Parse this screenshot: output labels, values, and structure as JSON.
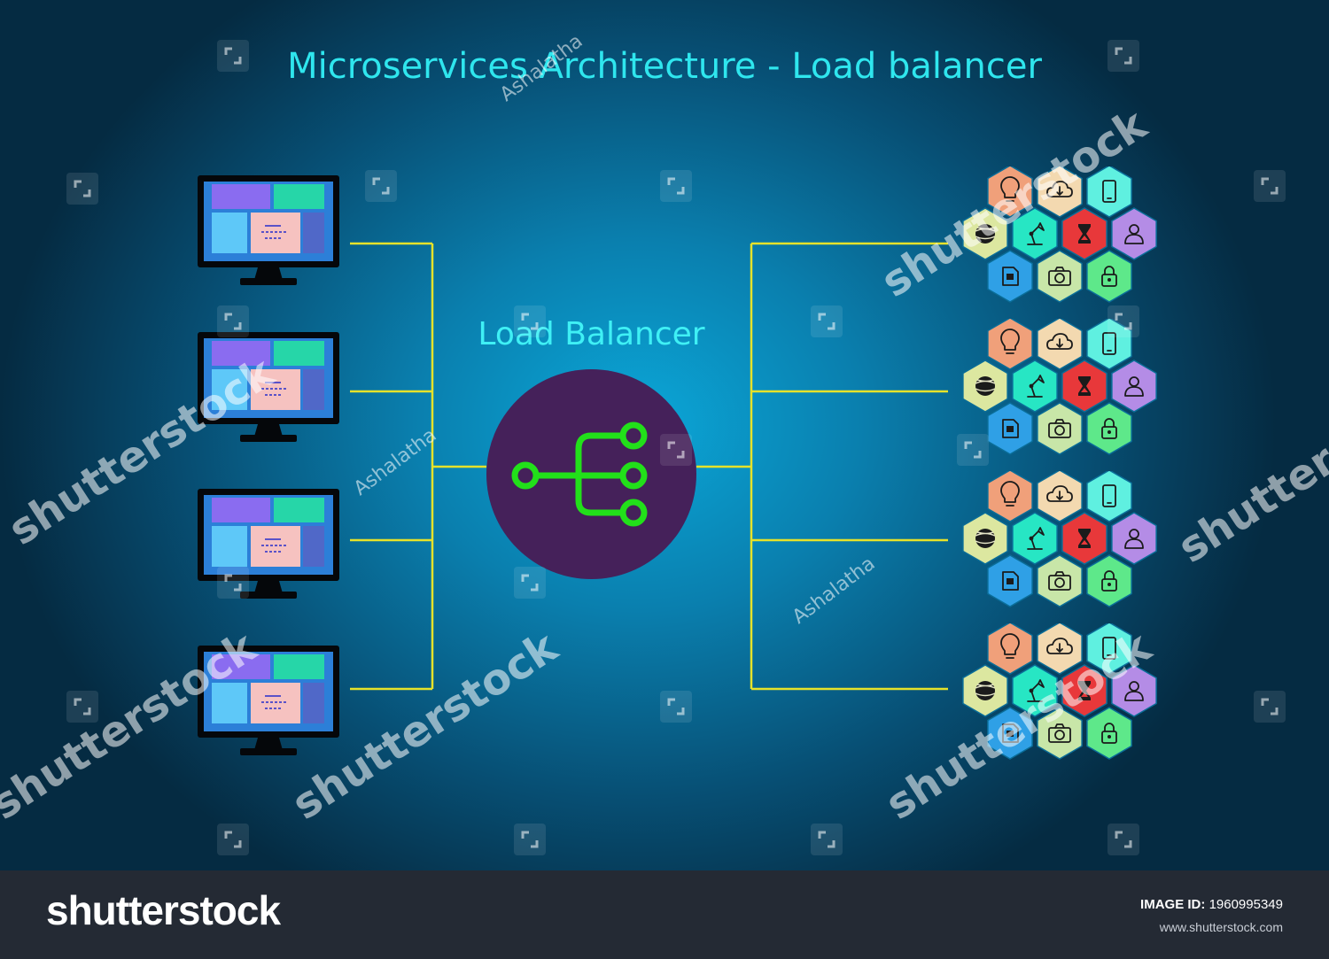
{
  "title": "Microservices Architecture - Load balancer",
  "load_balancer": {
    "label": "Load Balancer"
  },
  "clients": {
    "count": 4
  },
  "services": {
    "count": 4,
    "hexagons": [
      {
        "icon": "lightbulb-icon",
        "color": "#f0a07a"
      },
      {
        "icon": "cloud-download-icon",
        "color": "#f3d9b0"
      },
      {
        "icon": "smartphone-icon",
        "color": "#5ff0e0"
      },
      {
        "icon": "globe-icon",
        "color": "#dce7a0"
      },
      {
        "icon": "desk-lamp-icon",
        "color": "#27e6c4"
      },
      {
        "icon": "hourglass-icon",
        "color": "#e8383a"
      },
      {
        "icon": "user-icon",
        "color": "#b48ce6"
      },
      {
        "icon": "document-icon",
        "color": "#2fa0e6"
      },
      {
        "icon": "camera-icon",
        "color": "#c8e6a8"
      },
      {
        "icon": "padlock-icon",
        "color": "#5ee88a"
      }
    ]
  },
  "colors": {
    "connector": "#e6e22a",
    "lb_circle": "#45215a",
    "lb_icon": "#22e01a",
    "title": "#2fe6ee",
    "monitor_tile_purple": "#8a6cf0",
    "monitor_tile_green": "#26d6a8",
    "monitor_tile_blue": "#5ec8f8",
    "monitor_tile_pink": "#f6c2c0",
    "monitor_tile_indigo": "#5068c8"
  },
  "watermark": {
    "brand": "shutterstock",
    "author": "Ashalatha"
  },
  "footer": {
    "logo": "shutterstock",
    "image_id_label": "IMAGE ID:",
    "image_id": "1960995349",
    "url": "www.shutterstock.com"
  }
}
